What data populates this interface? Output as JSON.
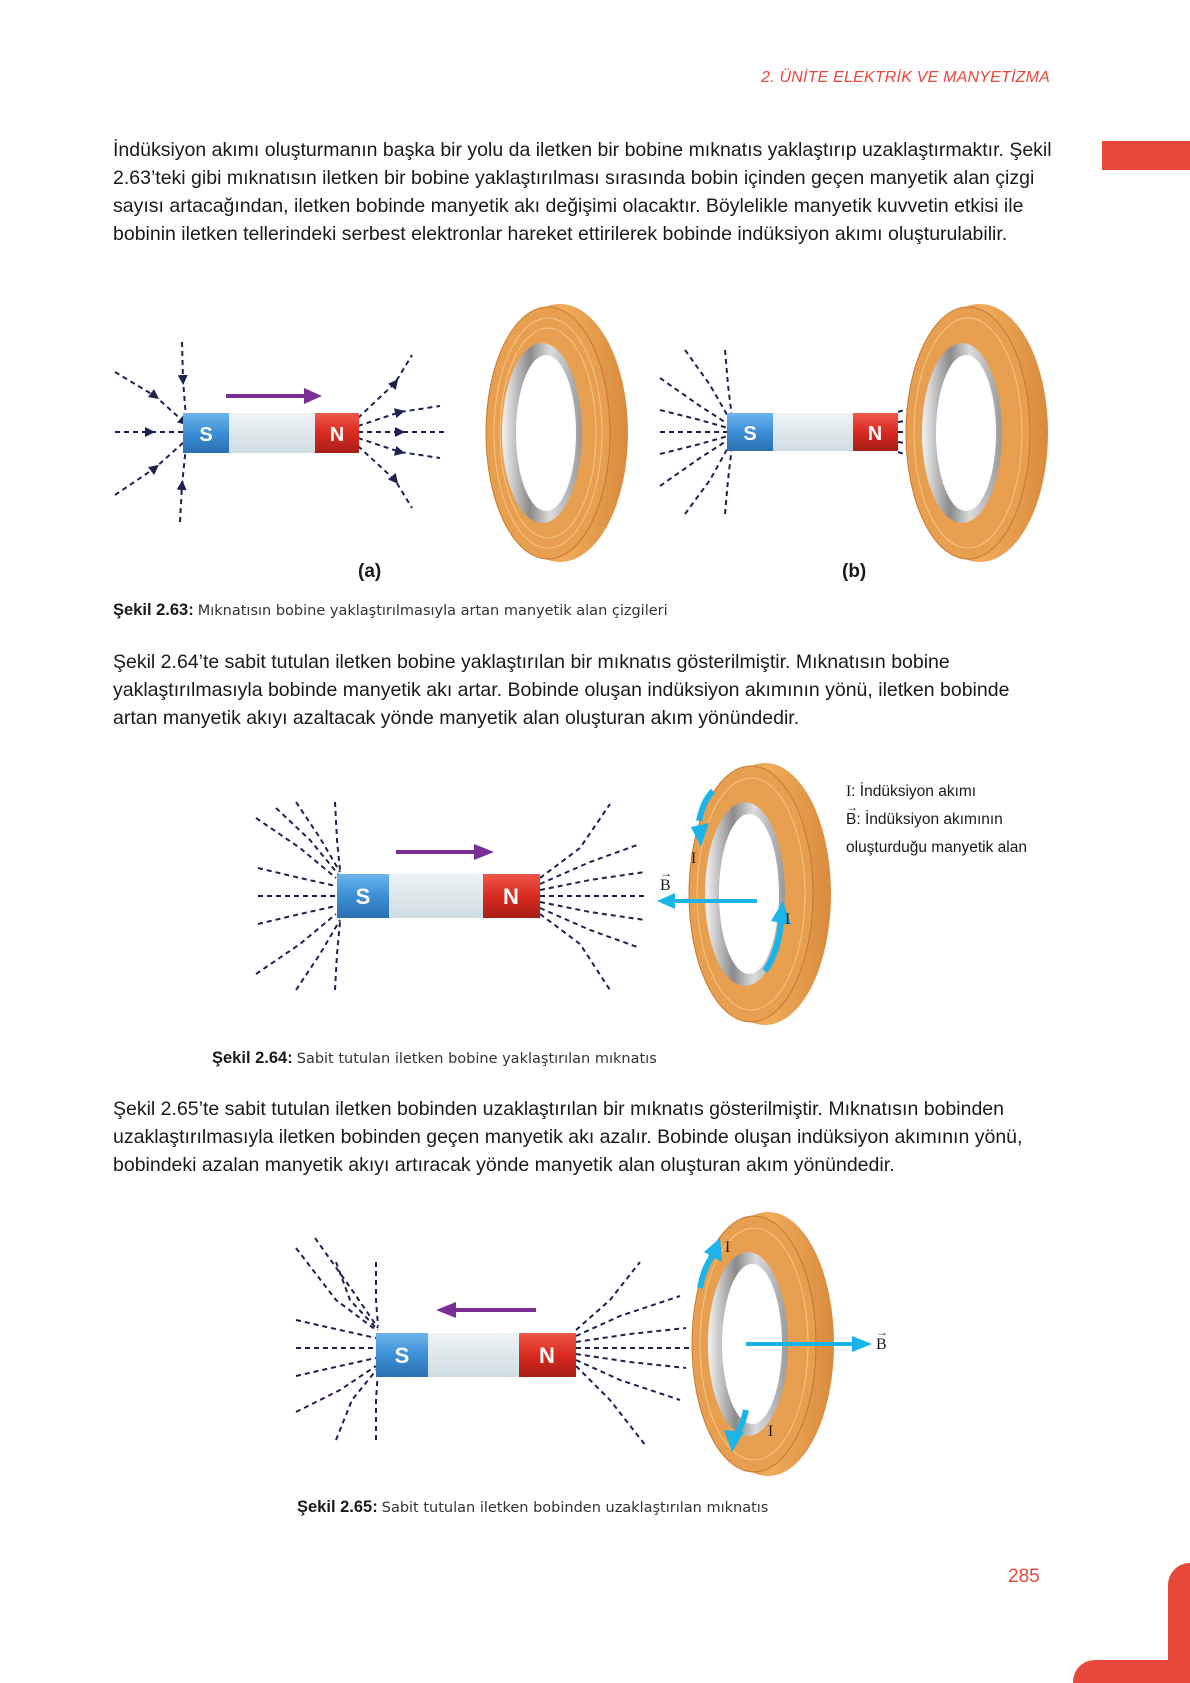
{
  "header": {
    "title": "2. ÜNİTE   ELEKTRİK VE MANYETİZMA"
  },
  "paragraphs": {
    "p1": "İndüksiyon akımı oluşturmanın başka bir yolu da iletken bir bobine mıknatıs yaklaştırıp uzaklaştırmaktır. Şekil 2.63’teki gibi mıknatısın iletken bir bobine yaklaştırılması sırasında bobin içinden geçen manyetik alan çizgi sayısı artacağından, iletken bobinde manyetik akı değişimi olacaktır. Böylelikle manyetik kuvvetin etkisi ile bobinin iletken tellerindeki serbest elektronlar hareket ettirilerek bobinde indüksiyon akımı oluşturulabilir.",
    "p2": "Şekil 2.64’te sabit tutulan iletken bobine yaklaştırılan bir mıknatıs gösterilmiştir. Mıknatısın bobine yaklaştırılmasıyla bobinde manyetik akı artar. Bobinde oluşan indüksiyon akımının yönü, iletken bobinde artan manyetik akıyı azaltacak yönde manyetik alan oluşturan akım yönündedir.",
    "p3": "Şekil 2.65’te sabit tutulan iletken bobinden uzaklaştırılan bir mıknatıs gösterilmiştir. Mıknatısın bobinden uzaklaştırılmasıyla iletken bobinden geçen manyetik akı azalır. Bobinde oluşan indüksiyon akımının yönü, bobindeki azalan manyetik akıyı artıracak yönde manyetik alan oluşturan akım yönündedir."
  },
  "figures": {
    "fig263": {
      "label_a": "(a)",
      "label_b": "(b)",
      "caption_num": "Şekil 2.63:",
      "caption_text": "Mıknatısın bobine yaklaştırılmasıyla artan manyetik alan çizgileri"
    },
    "fig264": {
      "caption_num": "Şekil 2.64:",
      "caption_text": "Sabit tutulan iletken bobine yaklaştırılan mıknatıs",
      "legend_I_symbol": "I",
      "legend_I_text": ": İndüksiyon akımı",
      "legend_B_symbol": "B",
      "legend_B_text": ": İndüksiyon akımının",
      "legend_B_text2": "oluşturduğu manyetik alan",
      "label_I": "I",
      "label_B": "B"
    },
    "fig265": {
      "caption_num": "Şekil 2.65:",
      "caption_text": "Sabit tutulan iletken bobinden uzaklaştırılan mıknatıs",
      "label_I": "I",
      "label_B": "B"
    }
  },
  "magnet": {
    "south": "S",
    "north": "N"
  },
  "colors": {
    "accent_red": "#e8473b",
    "magnet_south": "#3b8fd6",
    "magnet_north": "#d92a20",
    "coil": "#e39a45",
    "motion_arrow": "#7a2f96",
    "field_arrow": "#1ab4e8",
    "field_lines": "#1b2250"
  },
  "page": {
    "number": "285"
  }
}
